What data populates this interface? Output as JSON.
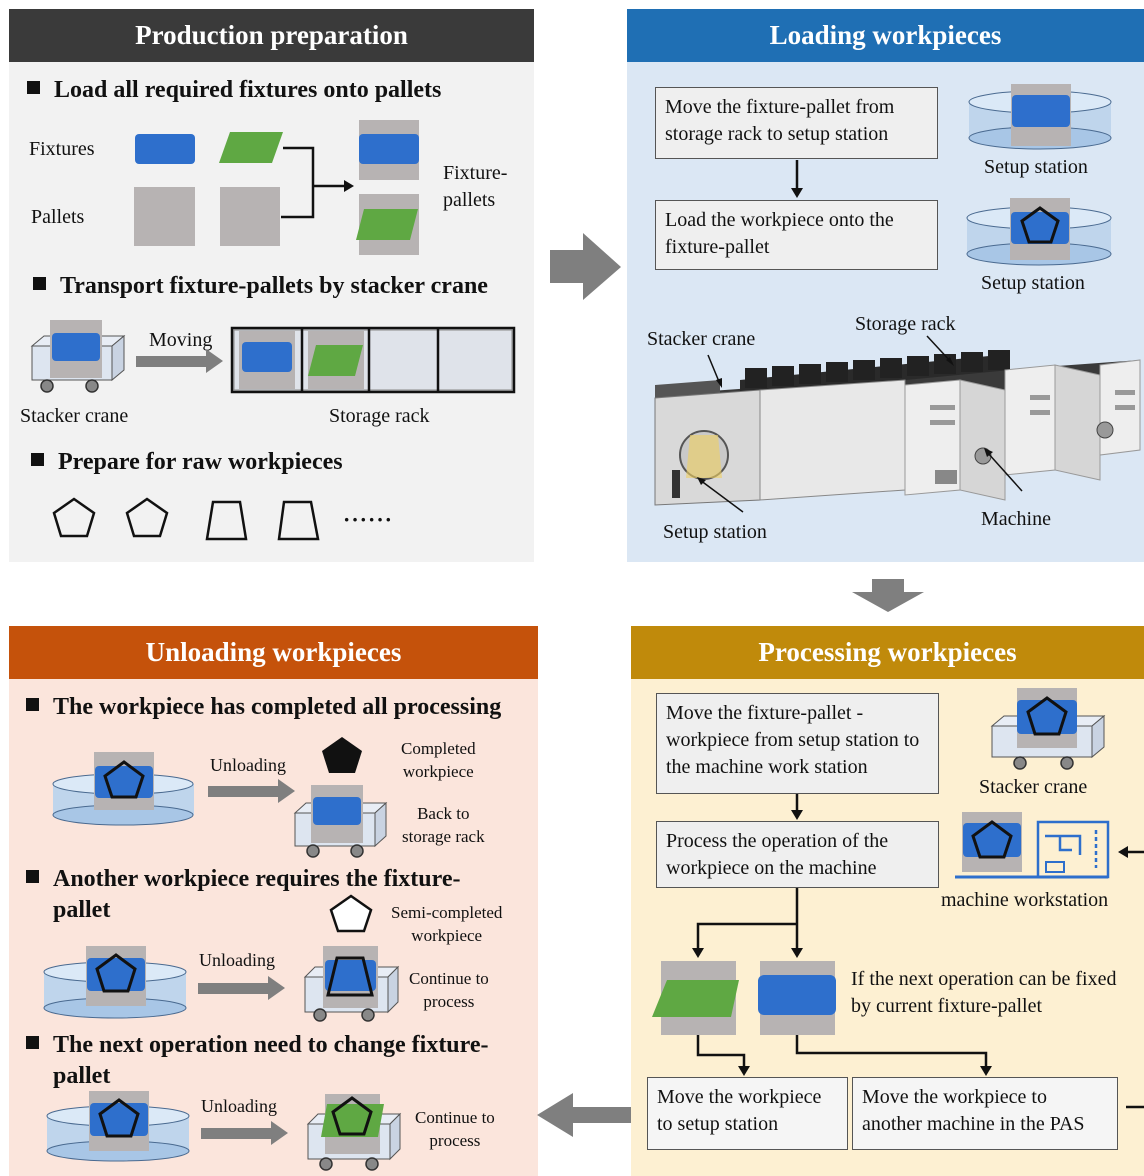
{
  "production": {
    "title": "Production preparation",
    "bullet1": "Load all required fixtures onto pallets",
    "fixtures_label": "Fixtures",
    "pallets_label": "Pallets",
    "fixture_pallets_label": "Fixture-\npallets",
    "bullet2": "Transport fixture-pallets by stacker crane",
    "moving_label": "Moving",
    "stacker_crane_label": "Stacker crane",
    "storage_rack_label": "Storage rack",
    "bullet3": "Prepare for raw workpieces",
    "ellipsis": "······"
  },
  "loading": {
    "title": "Loading workpieces",
    "step1": "Move the fixture-pallet from storage rack to setup station",
    "step2": "Load the workpiece onto the fixture-pallet",
    "setup_station_1": "Setup station",
    "setup_station_2": "Setup station",
    "photo_stacker_crane": "Stacker crane",
    "photo_storage_rack": "Storage rack",
    "photo_setup_station": "Setup station",
    "photo_machine": "Machine"
  },
  "unloading": {
    "title": "Unloading workpieces",
    "case1": "The workpiece has completed all processing",
    "case1_action": "Unloading",
    "case1_completed": "Completed\nworkpiece",
    "case1_back": "Back to\nstorage rack",
    "case2_line1": "Another workpiece requires the fixture-",
    "case2_line2": "pallet",
    "case2_action": "Unloading",
    "case2_semi": "Semi-completed\nworkpiece",
    "case2_continue": "Continue to\nprocess",
    "case3_line1": "The next operation need to change fixture-",
    "case3_line2": "pallet",
    "case3_action": "Unloading",
    "case3_continue": "Continue to\nprocess"
  },
  "processing": {
    "title": "Processing workpieces",
    "step1": "Move the fixture-pallet -workpiece from setup station to the machine work station",
    "step2": "Process the operation of the workpiece on the machine",
    "stacker_crane": "Stacker crane",
    "machine_workstation": "machine workstation",
    "condition": "If the next operation can be fixed by current fixture-pallet",
    "to_setup": "Move the workpiece to setup station",
    "to_machine": "Move the workpiece to another machine in the PAS"
  },
  "colors": {
    "production_header": "#3a3a3a",
    "production_bg": "#f2f2f2",
    "loading_header": "#1f6fb4",
    "loading_bg": "#dbe7f4",
    "unloading_header": "#c5520b",
    "unloading_bg": "#fbe5dc",
    "processing_header": "#c08a0b",
    "processing_bg": "#fdf0d2",
    "fixture_blue": "#2e6fcc",
    "fixture_green": "#5fa843",
    "pallet_gray": "#b7b3b3",
    "arrow_gray": "#7f7f7f"
  }
}
